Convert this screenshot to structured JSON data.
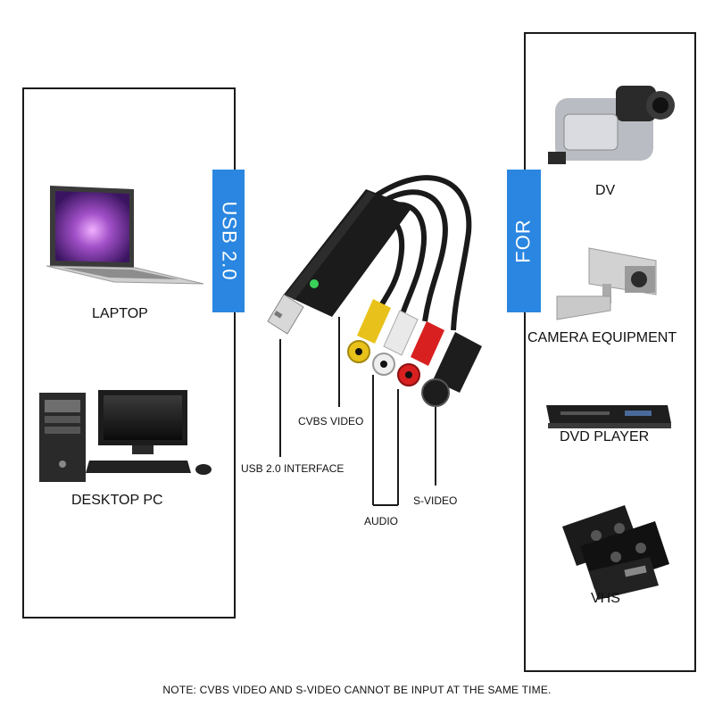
{
  "tags": {
    "usb": "USB 2.0",
    "for": "FOR"
  },
  "left": {
    "items": [
      {
        "label": "LAPTOP",
        "icon": "laptop-icon"
      },
      {
        "label": "DESKTOP PC",
        "icon": "desktop-pc-icon"
      }
    ]
  },
  "right": {
    "items": [
      {
        "label": "DV",
        "icon": "camcorder-icon"
      },
      {
        "label": "CAMERA EQUIPMENT",
        "icon": "security-camera-icon"
      },
      {
        "label": "DVD PLAYER",
        "icon": "dvd-player-icon"
      },
      {
        "label": "VHS",
        "icon": "vhs-tapes-icon"
      }
    ]
  },
  "device": {
    "callouts": {
      "cvbs": "CVBS VIDEO",
      "usb_interface": "USB 2.0 INTERFACE",
      "audio": "AUDIO",
      "svideo": "S-VIDEO"
    },
    "connector_colors": {
      "yellow": "#e8c21a",
      "white": "#e9e9e9",
      "red": "#d82020",
      "black": "#1d1d1d"
    }
  },
  "note": "NOTE: CVBS VIDEO AND S-VIDEO CANNOT BE INPUT AT THE SAME TIME.",
  "colors": {
    "accent": "#2a86e0",
    "border": "#1a1a1a"
  }
}
